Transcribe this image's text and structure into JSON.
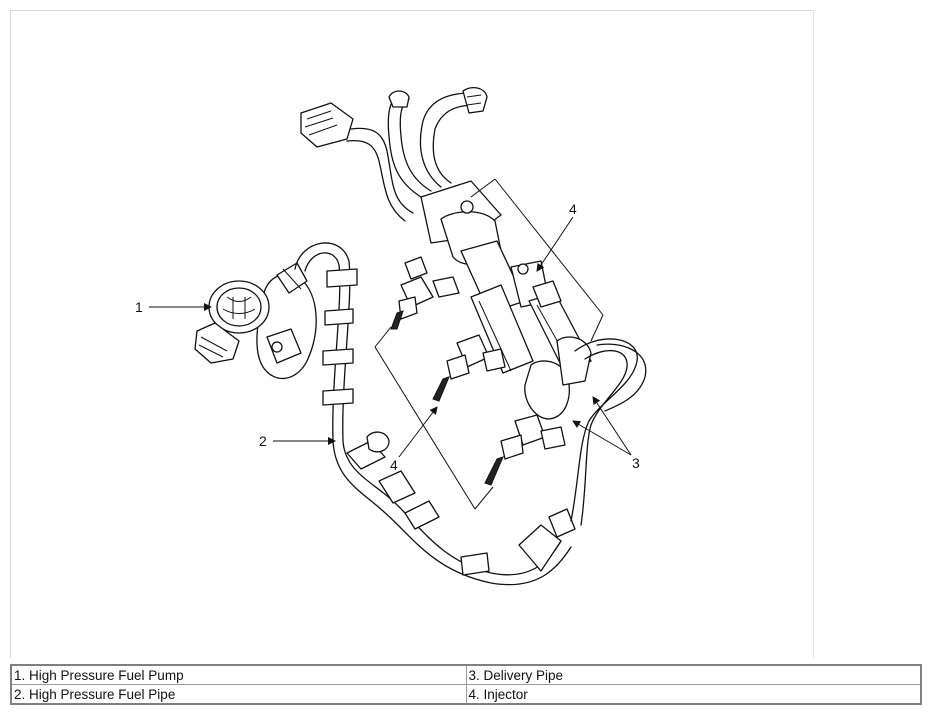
{
  "diagram": {
    "callouts": [
      "1",
      "2",
      "3",
      "4",
      "4"
    ]
  },
  "legend": {
    "rows": [
      [
        "1. High Pressure Fuel Pump",
        "3. Delivery Pipe"
      ],
      [
        "2. High Pressure Fuel Pipe",
        "4. Injector"
      ]
    ]
  }
}
